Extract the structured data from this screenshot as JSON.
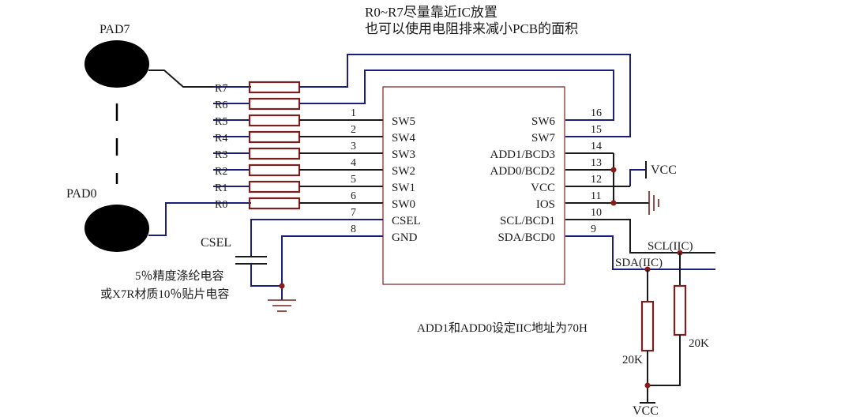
{
  "notes": {
    "line1": "R0~R7尽量靠近IC放置",
    "line2": "也可以使用电阻排来减小PCB的面积"
  },
  "pads": {
    "top": "PAD7",
    "bottom": "PAD0"
  },
  "resistors": [
    "R7",
    "R6",
    "R5",
    "R4",
    "R3",
    "R2",
    "R1",
    "R0"
  ],
  "chip": {
    "left_pins": [
      {
        "num": "1",
        "name": "SW5"
      },
      {
        "num": "2",
        "name": "SW4"
      },
      {
        "num": "3",
        "name": "SW3"
      },
      {
        "num": "4",
        "name": "SW2"
      },
      {
        "num": "5",
        "name": "SW1"
      },
      {
        "num": "6",
        "name": "SW0"
      },
      {
        "num": "7",
        "name": "CSEL"
      },
      {
        "num": "8",
        "name": "GND"
      }
    ],
    "right_pins": [
      {
        "num": "16",
        "name": "SW6"
      },
      {
        "num": "15",
        "name": "SW7"
      },
      {
        "num": "14",
        "name": "ADD1/BCD3"
      },
      {
        "num": "13",
        "name": "ADD0/BCD2"
      },
      {
        "num": "12",
        "name": "VCC"
      },
      {
        "num": "11",
        "name": "IOS"
      },
      {
        "num": "10",
        "name": "SCL/BCD1"
      },
      {
        "num": "9",
        "name": "SDA/BCD0"
      }
    ]
  },
  "labels": {
    "vcc_top": "VCC",
    "csel": "CSEL",
    "cap_note1": "5％精度涤纶电容",
    "cap_note2": "或X7R材质10％贴片电容",
    "scl": "SCL(IIC)",
    "sda": "SDA(IIC)",
    "addr_note": "ADD1和ADD0设定IIC地址为70H",
    "r_left": "20K",
    "r_right": "20K",
    "vcc_bottom": "VCC"
  }
}
